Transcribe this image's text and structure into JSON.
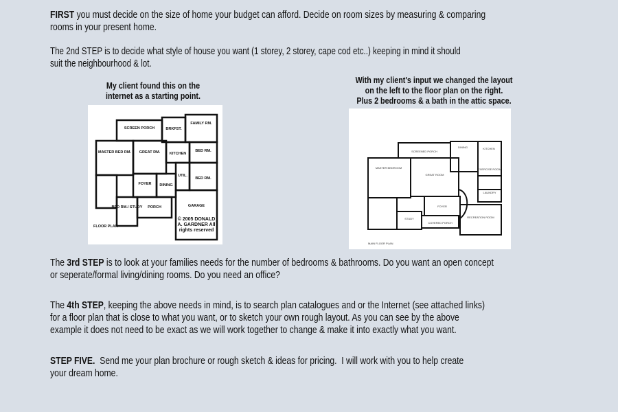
{
  "step1": {
    "bold": "FIRST",
    "lines": [
      " you must decide on the size of home your budget can afford.  Decide on room sizes by measuring & comparing",
      "rooms in your present home."
    ]
  },
  "step2": {
    "lines": [
      "The 2nd STEP is to decide what style of house you want (1 storey, 2 storey, cape cod etc..) keeping in mind it should",
      "suit the neighbourhood & lot."
    ]
  },
  "caption_left": [
    "My client found this on the",
    "internet as a starting point."
  ],
  "caption_right": [
    "With my client's input we changed the layout",
    "on the left to the floor plan on the right.",
    "Plus 2 bedrooms & a bath in the attic space."
  ],
  "left_plan": {
    "rooms": [
      "SCREEN PORCH",
      "BRKFST.",
      "FAMILY RM.",
      "MASTER BED RM.",
      "GREAT RM.",
      "KITCHEN",
      "BED RM.",
      "FOYER",
      "DINING",
      "UTIL.",
      "BED RM.",
      "BED RM./ STUDY",
      "PORCH",
      "GARAGE"
    ],
    "title": "FLOOR PLAN",
    "copyright": "© 2005 DONALD A. GARDNER All rights reserved"
  },
  "right_plan": {
    "rooms": [
      "SCREENED PORCH",
      "DINING",
      "KITCHEN",
      "MASTER BEDROOM",
      "GREAT ROOM",
      "EXERCISE ROOM",
      "LAUNDRY",
      "FOYER",
      "STUDY",
      "COVERED PORCH",
      "RECREATION ROOM"
    ],
    "title": "MAIN FLOOR PLAN"
  },
  "step3": {
    "pre": "The ",
    "bold": "3rd STEP",
    "lines": [
      " is to look at your families needs for the number of bedrooms & bathrooms.  Do you want an open concept",
      "or seperate/formal living/dining rooms. Do you need an office?"
    ]
  },
  "step4": {
    "pre": "The ",
    "bold": "4th STEP",
    "lines": [
      ", keeping the above needs in mind, is to search plan catalogues and or the Internet (see attached links)",
      "for a floor plan that is close to what you want, or to sketch your own rough layout.  As you can see by the above",
      "example it does not need to be exact as we will work together to change & make it into exactly what you want."
    ]
  },
  "step5": {
    "bold": "STEP FIVE.",
    "lines": [
      "  Send me your plan brochure or rough sketch & ideas for pricing.  I will work with you to help create",
      "your dream home."
    ]
  }
}
